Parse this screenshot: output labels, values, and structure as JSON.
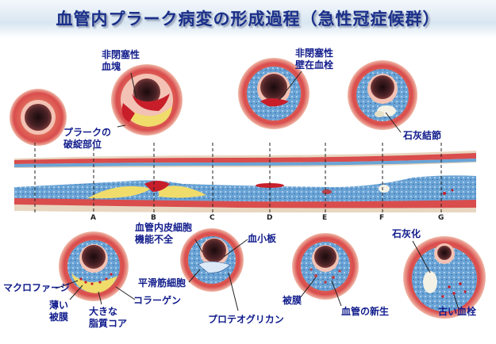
{
  "title": "血管内プラーク病変の形成過程（急性冠症候群）",
  "labels_top": {
    "nonocclusive_clot": [
      "非閉塞性",
      "血塊"
    ],
    "plaque_rupture": [
      "プラークの",
      "破綻部位"
    ],
    "nonocclusive_mural": [
      "非閉塞性",
      "壁在血栓"
    ],
    "calcified_nodule": "石灰結節"
  },
  "markers": [
    "A",
    "B",
    "C",
    "D",
    "E",
    "F",
    "G"
  ],
  "labels_bottom": {
    "macrophage": "マクロファージ",
    "thin_cap": [
      "薄い",
      "被膜"
    ],
    "large_lipid_core": [
      "大きな",
      "脂質コア"
    ],
    "collagen": "コラーゲン",
    "endothelial_dysfunction": [
      "血管内皮細胞",
      "機能不全"
    ],
    "platelets": "血小板",
    "smooth_muscle": "平滑筋細胞",
    "proteoglycan": "プロテオグリカン",
    "cap": "被膜",
    "neovascularization": "血管の新生",
    "calcification": "石灰化",
    "old_thrombus": "古い血栓"
  },
  "colors": {
    "title": "#1a2f8a",
    "label": "#111c8c",
    "vessel_wall": "#d94d4d",
    "intima": "#6aa4d6",
    "lipid": "#f0dc6a",
    "clot": "#c81e2a",
    "lumen": "#3a1a1e"
  }
}
